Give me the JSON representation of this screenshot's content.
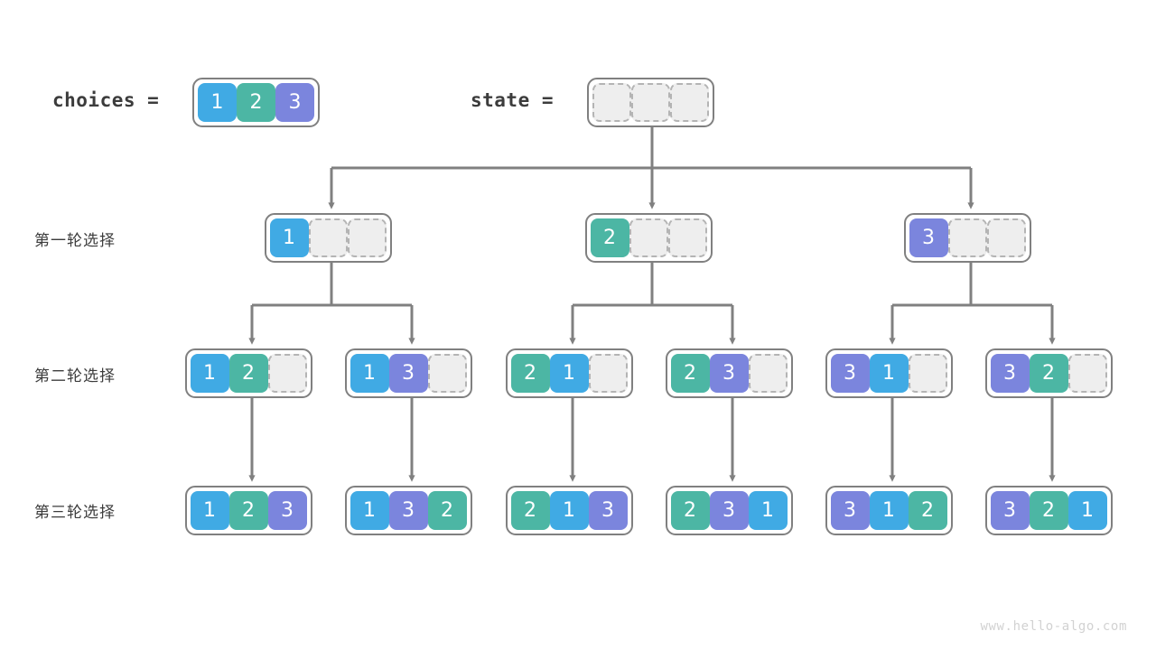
{
  "title": "permutation-backtracking-tree",
  "watermark": "www.hello-algo.com",
  "colors": {
    "value_1": "#40aae4",
    "value_2": "#4cb6a4",
    "value_3": "#7b85dd",
    "empty_cell": "#eeeeee",
    "node_outline": "#808080",
    "connector": "#808080",
    "text": "#3c3c3c",
    "watermark": "#d2d2d2"
  },
  "header": {
    "choices_label": "choices =",
    "choices_cells": [
      "1",
      "2",
      "3"
    ],
    "state_label": "state =",
    "state_cells": [
      "",
      "",
      ""
    ]
  },
  "rows": [
    {
      "label": "第一轮选择",
      "nodes": [
        {
          "cells": [
            "1",
            "",
            ""
          ]
        },
        {
          "cells": [
            "2",
            "",
            ""
          ]
        },
        {
          "cells": [
            "3",
            "",
            ""
          ]
        }
      ]
    },
    {
      "label": "第二轮选择",
      "nodes": [
        {
          "cells": [
            "1",
            "2",
            ""
          ]
        },
        {
          "cells": [
            "1",
            "3",
            ""
          ]
        },
        {
          "cells": [
            "2",
            "1",
            ""
          ]
        },
        {
          "cells": [
            "2",
            "3",
            ""
          ]
        },
        {
          "cells": [
            "3",
            "1",
            ""
          ]
        },
        {
          "cells": [
            "3",
            "2",
            ""
          ]
        }
      ]
    },
    {
      "label": "第三轮选择",
      "nodes": [
        {
          "cells": [
            "1",
            "2",
            "3"
          ]
        },
        {
          "cells": [
            "1",
            "3",
            "2"
          ]
        },
        {
          "cells": [
            "2",
            "1",
            "3"
          ]
        },
        {
          "cells": [
            "2",
            "3",
            "1"
          ]
        },
        {
          "cells": [
            "3",
            "1",
            "2"
          ]
        },
        {
          "cells": [
            "3",
            "2",
            "1"
          ]
        }
      ]
    }
  ]
}
